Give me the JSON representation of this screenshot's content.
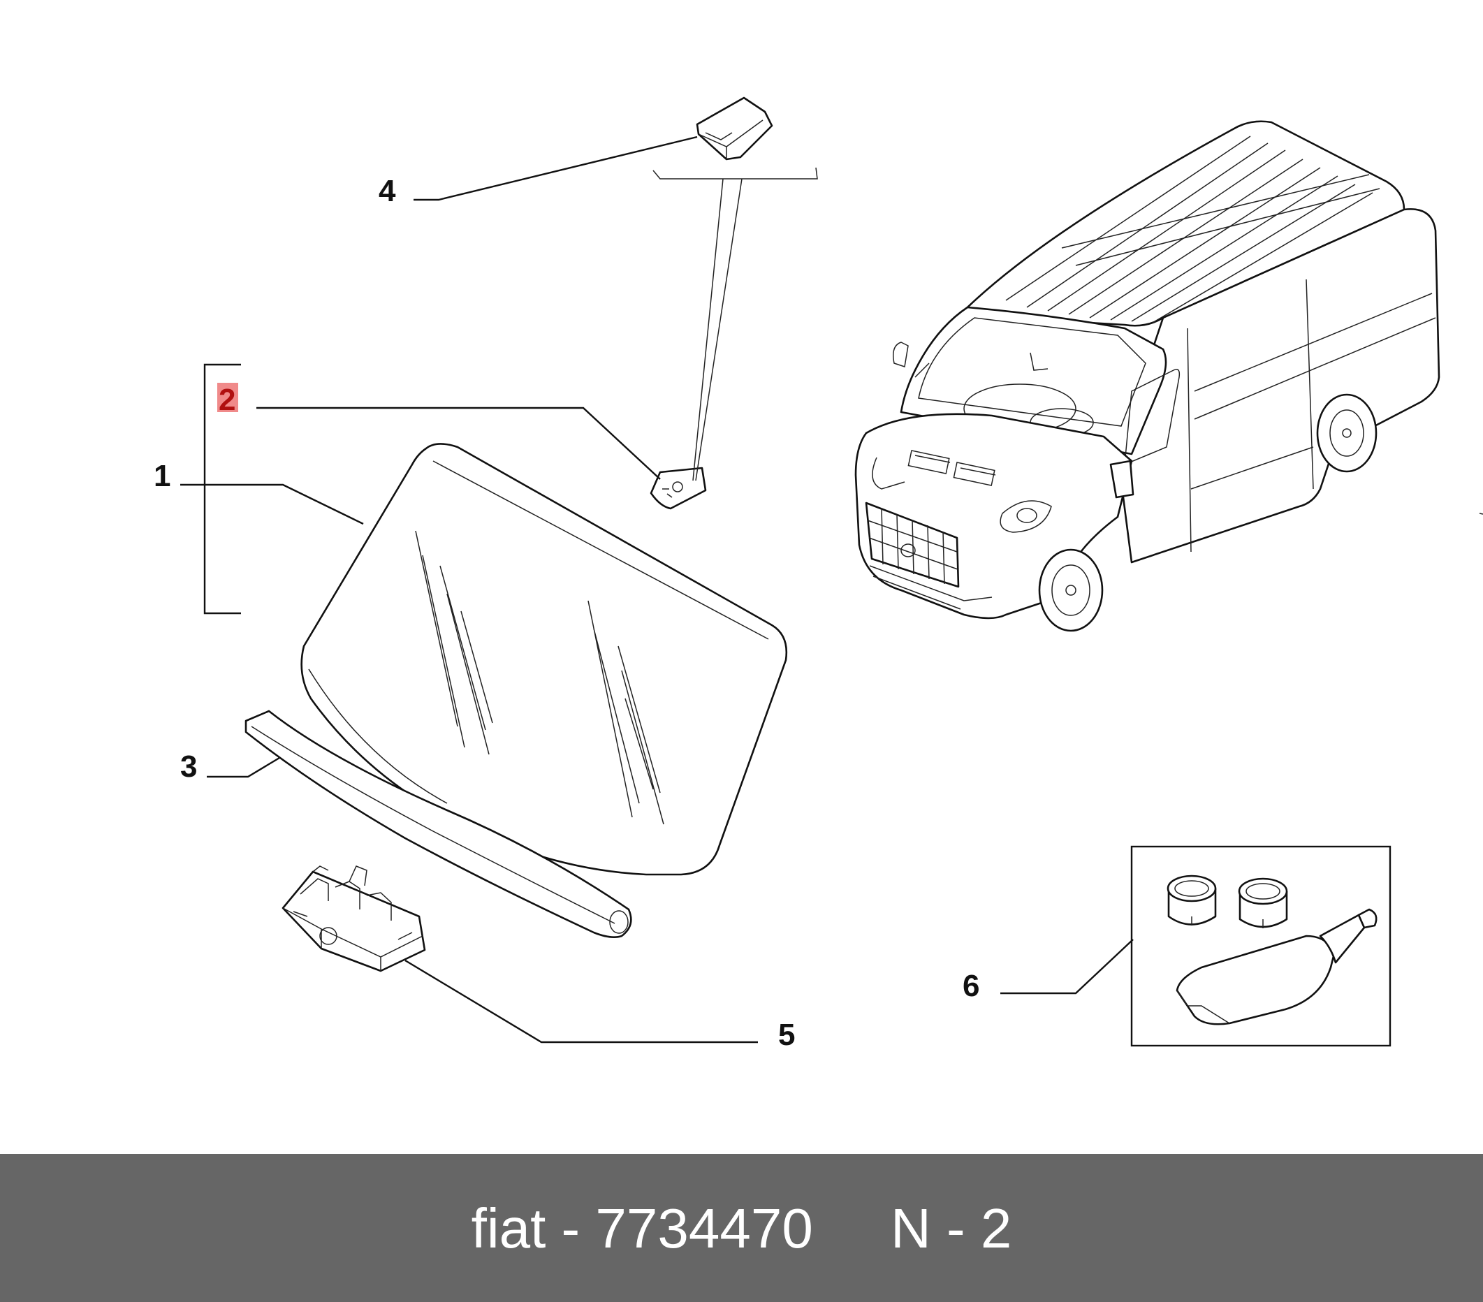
{
  "callouts": {
    "c1": "1",
    "c2": "2",
    "c3": "3",
    "c4": "4",
    "c5": "5",
    "c6": "6"
  },
  "highlight": {
    "callout": "c2",
    "color": "#f08a8a",
    "text_color": "#b01010"
  },
  "footer": {
    "brand": "fiat",
    "separator": " - ",
    "part_number": "7734470",
    "gap": "     ",
    "position_label": "N - 2",
    "background": "#666666"
  },
  "icons": {
    "windscreen": "windscreen-glass-icon",
    "mirror_plate": "mirror-mounting-plate-icon",
    "sensor_cover": "sensor-cover-icon",
    "seal": "windscreen-seal-icon",
    "bracket": "rain-sensor-bracket-icon",
    "van": "fiat-ducato-van-icon",
    "kit": "adhesive-kit-icon"
  }
}
